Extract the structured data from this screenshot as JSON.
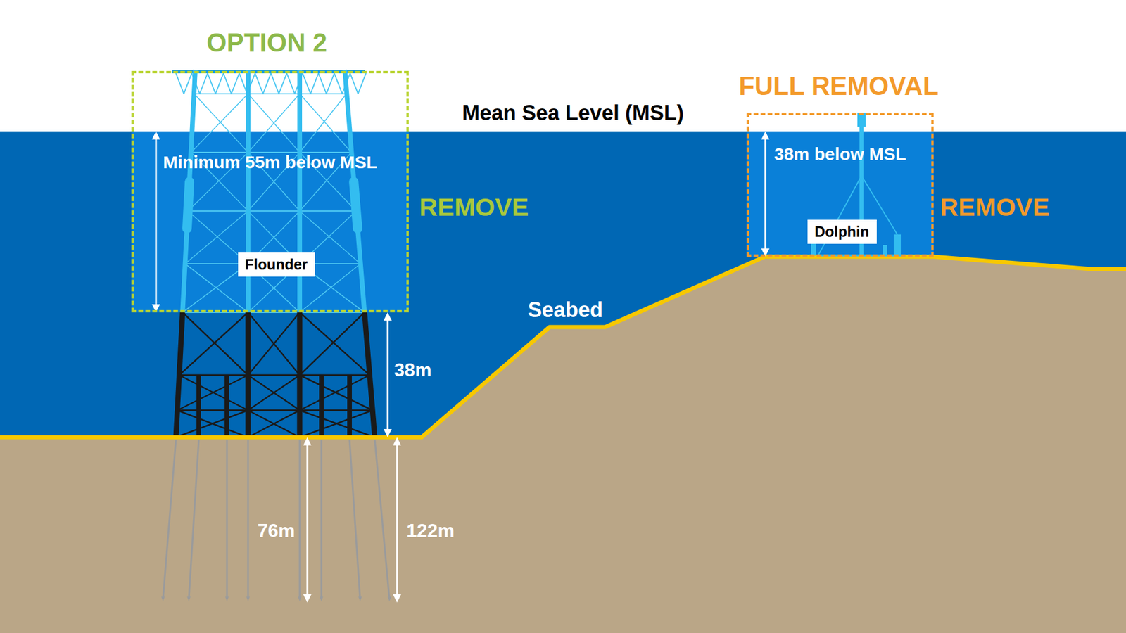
{
  "diagram": {
    "nodes": [
      {
        "text": [
          "OPTION 2",
          "Minimum 55m below MSL",
          "REMOVE"
        ]
      },
      {
        "text": [
          "Flounder"
        ],
        "in": 0
      },
      {
        "text": [
          "FULL REMOVAL",
          "38m below MSL",
          "REMOVE"
        ]
      },
      {
        "text": [
          "Dolphin"
        ],
        "in": 2
      }
    ],
    "labels": [
      "Mean Sea Level (MSL)",
      "Seabed",
      "38m",
      "76m",
      "122m"
    ]
  }
}
